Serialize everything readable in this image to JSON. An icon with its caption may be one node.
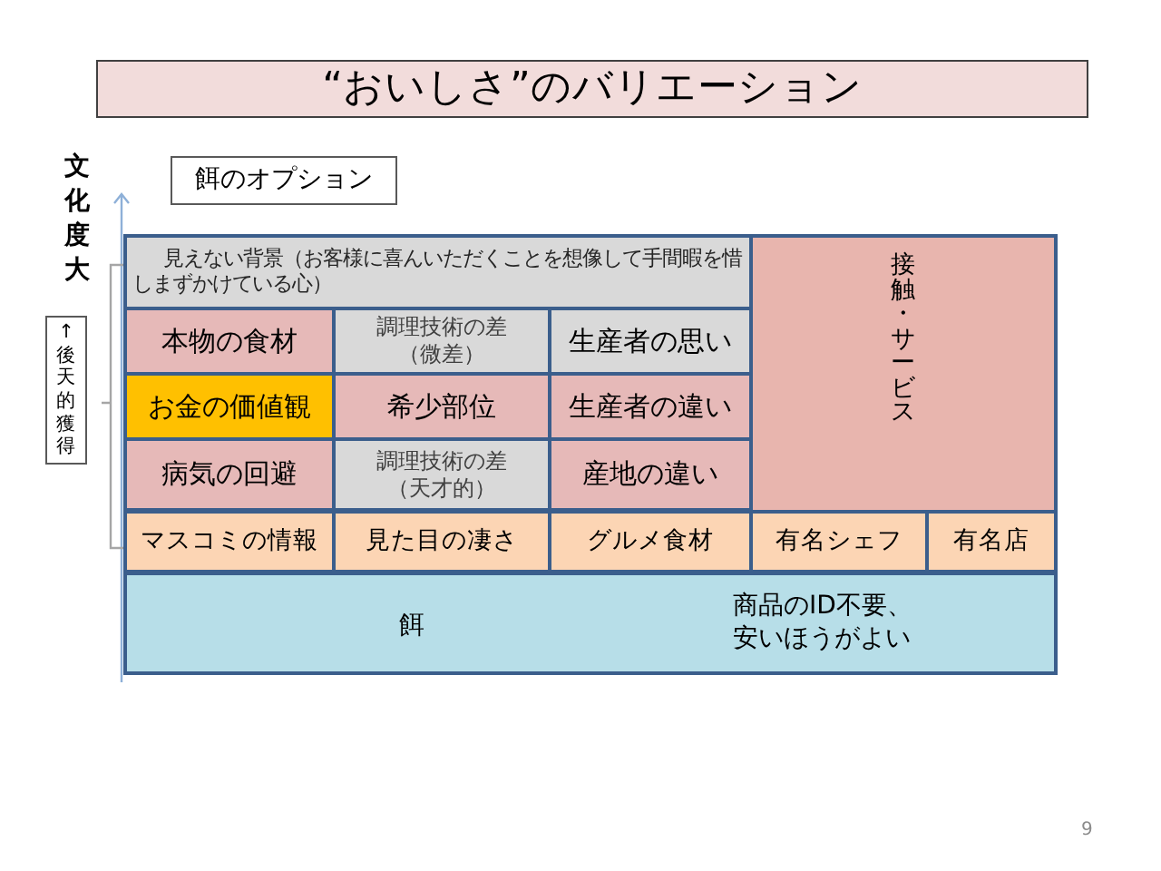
{
  "diagram": {
    "title": "“おいしさ”のバリエーション",
    "nodes": [
      {
        "text": [
          "餌のオプション"
        ]
      },
      {
        "text": [
          "↑後天的獲得"
        ]
      },
      {
        "text": [
          "見えない背景（お客様に喜んいただくことを想像して手間暇を惜しまずかけている心）"
        ]
      },
      {
        "text": [
          "接触・サービス"
        ]
      },
      {
        "text": [
          "本物の食材"
        ]
      },
      {
        "text": [
          "調理技術の差（微差）"
        ]
      },
      {
        "text": [
          "生産者の思い"
        ]
      },
      {
        "text": [
          "お金の価値観"
        ]
      },
      {
        "text": [
          "希少部位"
        ]
      },
      {
        "text": [
          "生産者の違い"
        ]
      },
      {
        "text": [
          "病気の回避"
        ]
      },
      {
        "text": [
          "調理技術の差（天才的）"
        ]
      },
      {
        "text": [
          "産地の違い"
        ]
      },
      {
        "text": [
          "マスコミの情報"
        ]
      },
      {
        "text": [
          "見た目の凄さ"
        ]
      },
      {
        "text": [
          "グルメ食材"
        ]
      },
      {
        "text": [
          "有名シェフ"
        ]
      },
      {
        "text": [
          "有名店"
        ]
      },
      {
        "text": [
          "餌",
          "商品のID不要、安いほうがよい"
        ]
      }
    ],
    "labels": [
      "文化度大",
      "9"
    ]
  }
}
